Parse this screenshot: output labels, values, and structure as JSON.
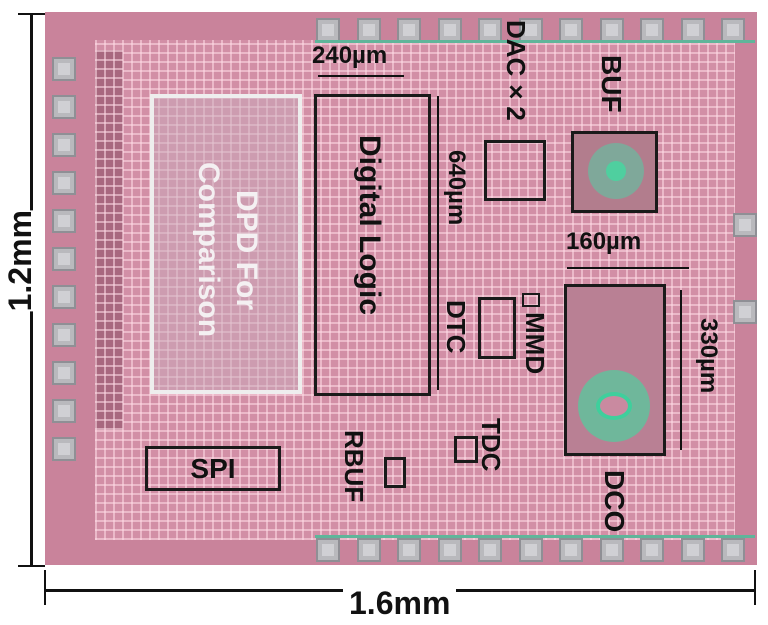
{
  "dimensions": {
    "height": "1.2mm",
    "width": "1.6mm"
  },
  "blocks": {
    "dpd": "DPD For Comparison",
    "digital_logic": "Digital Logic",
    "dac": "DAC×2",
    "buf": "BUF",
    "dco": "DCO",
    "dtc": "DTC",
    "mmd": "MMD",
    "tdc": "TDC",
    "rbuf": "RBUF",
    "spi": "SPI"
  },
  "measurements": {
    "digital_width": "240µm",
    "digital_height": "640µm",
    "dco_width": "160µm",
    "dco_height": "330µm"
  }
}
